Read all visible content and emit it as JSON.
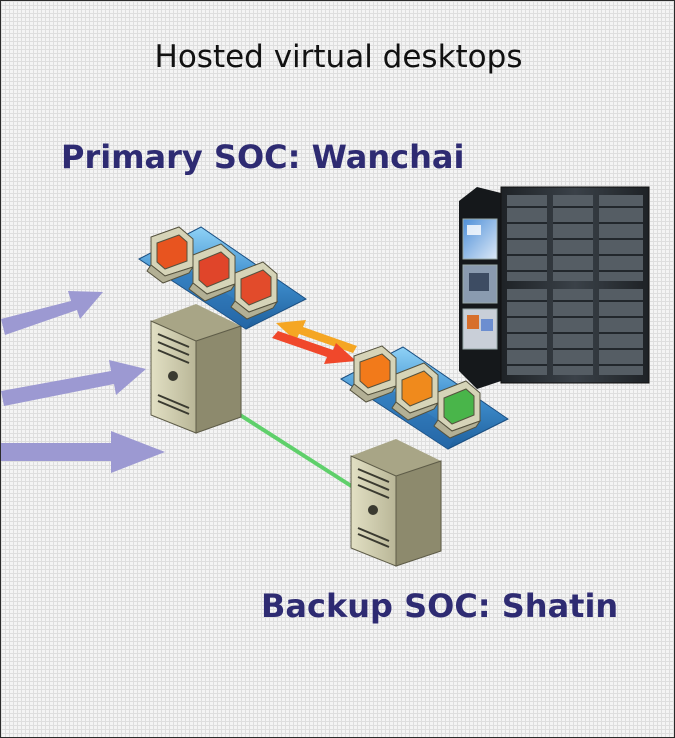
{
  "diagram": {
    "title": "Hosted virtual desktops",
    "primary_site": "Primary SOC: Wanchai",
    "backup_site": "Backup SOC: Shatin"
  },
  "colors": {
    "label": "#2e2b72",
    "user_arrow": "#9c99d2",
    "sync_arrow_orange": "#f5a623",
    "sync_arrow_red": "#f0482b",
    "link_green": "#5fd06b",
    "tray": "#3f8fcf",
    "server_body": "#d4d2b4",
    "rack": "#2a2f34"
  },
  "icons": [
    "server-tower-icon",
    "desktop-tray-icon",
    "server-rack-icon",
    "arrow-icon"
  ]
}
